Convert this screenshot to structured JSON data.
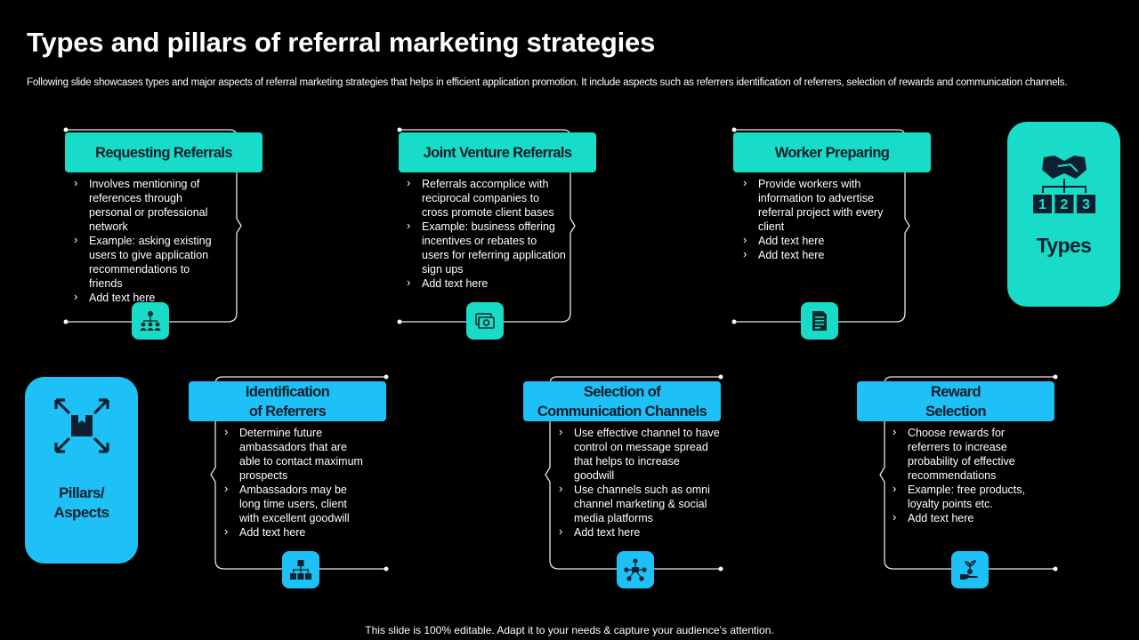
{
  "title": "Types and pillars of referral marketing strategies",
  "subtitle": "Following slide showcases types and major aspects of referral marketing strategies that helps in efficient application promotion. It include aspects such as referrers identification of referrers, selection of rewards and communication channels.",
  "footer": "This slide is 100% editable. Adapt it to your needs & capture your audience’s attention.",
  "types_panel": {
    "label": "Types",
    "icon": "handshake-hierarchy-icon",
    "numbers": [
      "1",
      "2",
      "3"
    ]
  },
  "pillars_panel": {
    "label_line1": "Pillars/",
    "label_line2": "Aspects",
    "icon": "focus-box-icon"
  },
  "colors": {
    "teal": "#19dcc8",
    "blue": "#1ec1f5",
    "background": "#000000",
    "pill_text": "#0d1d2a"
  },
  "types": [
    {
      "heading": "Requesting Referrals",
      "icon": "network-people-icon",
      "bullets": [
        "Involves mentioning of references through personal or professional network",
        "Example: asking existing users to give application recommendations to friends",
        "Add text here"
      ]
    },
    {
      "heading": "Joint Venture Referrals",
      "icon": "money-cards-icon",
      "bullets": [
        "Referrals accomplice with reciprocal companies to cross promote client bases",
        "Example: business offering incentives or rebates to users for referring application sign ups",
        "Add text here"
      ]
    },
    {
      "heading": "Worker Preparing",
      "icon": "document-list-icon",
      "bullets": [
        "Provide workers with information to advertise referral project with every client",
        "Add text here",
        "Add text here"
      ]
    }
  ],
  "pillars": [
    {
      "heading_line1": "Identification",
      "heading_line2": "of Referrers",
      "icon": "org-chart-icon",
      "bullets": [
        "Determine future ambassadors that are able to contact maximum prospects",
        "Ambassadors may be long time users, client with excellent goodwill",
        "Add text here"
      ]
    },
    {
      "heading_line1": "Selection of",
      "heading_line2": "Communication Channels",
      "icon": "people-network-icon",
      "bullets": [
        "Use effective channel to have control on message spread that helps to increase goodwill",
        "Use channels such as omni channel marketing & social media platforms",
        "Add text here"
      ]
    },
    {
      "heading_line1": "Reward",
      "heading_line2": "Selection",
      "icon": "hand-plant-coin-icon",
      "bullets": [
        "Choose rewards for referrers to increase probability of effective recommendations",
        "Example: free products, loyalty points etc.",
        "Add text here"
      ]
    }
  ]
}
